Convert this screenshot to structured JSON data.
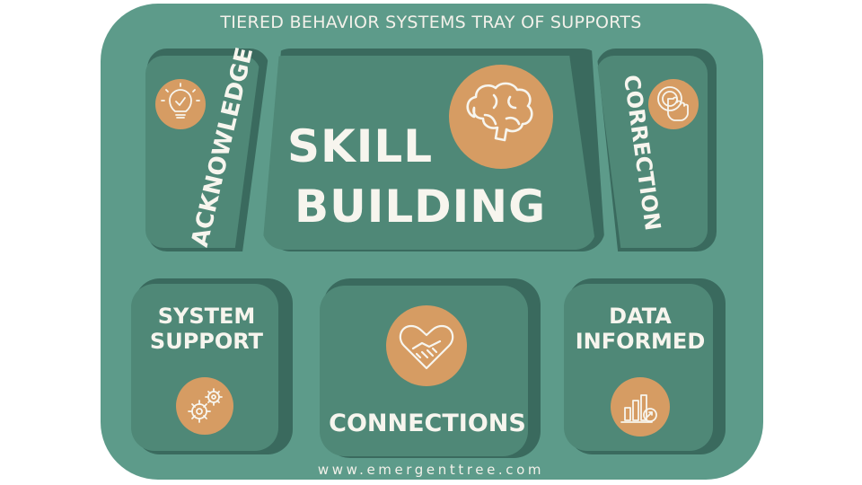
{
  "header": {
    "title": "TIERED BEHAVIOR SYSTEMS TRAY OF SUPPORTS"
  },
  "wells": {
    "acknowledge": {
      "label": "ACKNOWLEDGE",
      "icon": "lightbulb-check-icon"
    },
    "skill_building": {
      "line1": "SKILL",
      "line2": "BUILDING",
      "icon": "brain-icon"
    },
    "correction": {
      "label": "CORRECTION",
      "icon": "hand-pointer-icon"
    },
    "system_support": {
      "line1": "SYSTEM",
      "line2": "SUPPORT",
      "icon": "gears-icon"
    },
    "connections": {
      "label": "CONNECTIONS",
      "icon": "handshake-heart-icon"
    },
    "data_informed": {
      "line1": "DATA",
      "line2": "INFORMED",
      "icon": "bar-chart-icon"
    }
  },
  "footer": {
    "url": "www.emergenttree.com"
  },
  "colors": {
    "tray": "#5d9b8a",
    "well_face": "#4f8877",
    "well_shadow": "#3a6a5e",
    "icon_circle": "#d69c63",
    "text": "#f7f5ee"
  }
}
